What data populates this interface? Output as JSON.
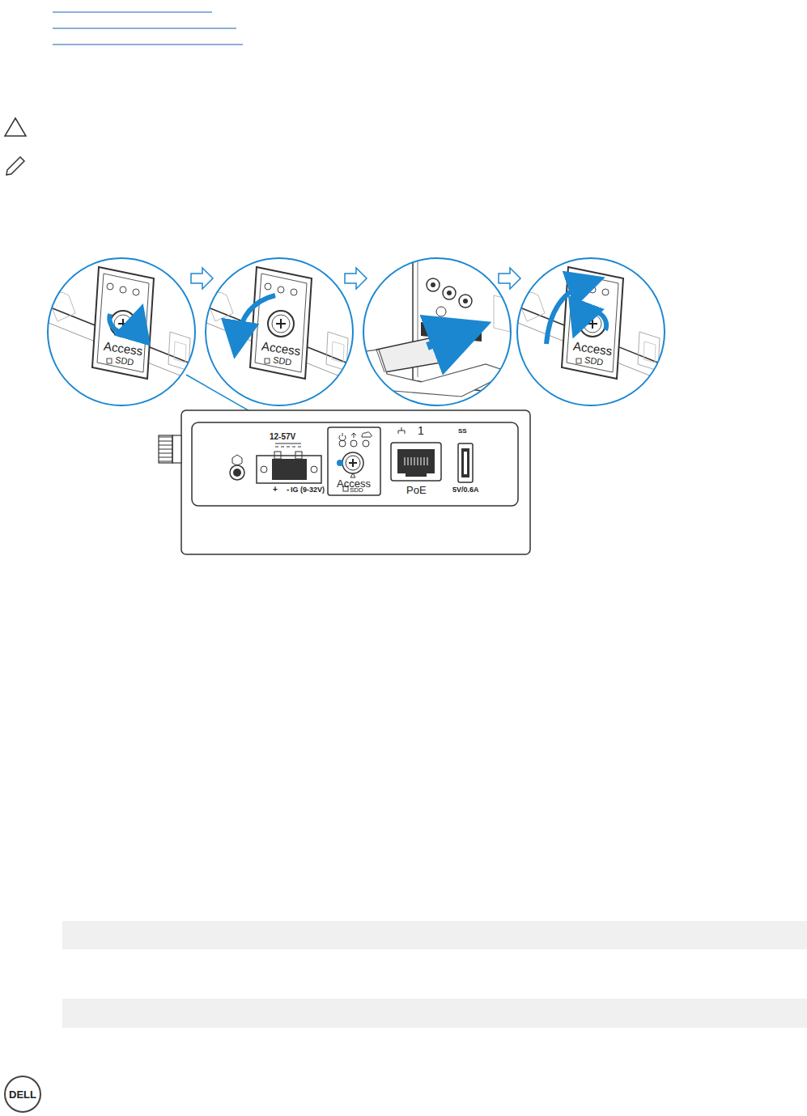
{
  "diagram": {
    "labels": [
      "Access",
      "SDD",
      "Access",
      "SDD",
      "Access",
      "SDD",
      "12-57V",
      "+",
      "-",
      "IG (9-32V)",
      "Access",
      "SDD",
      "1",
      "PoE",
      "SS",
      "5V/0.6A",
      "DELL"
    ]
  }
}
